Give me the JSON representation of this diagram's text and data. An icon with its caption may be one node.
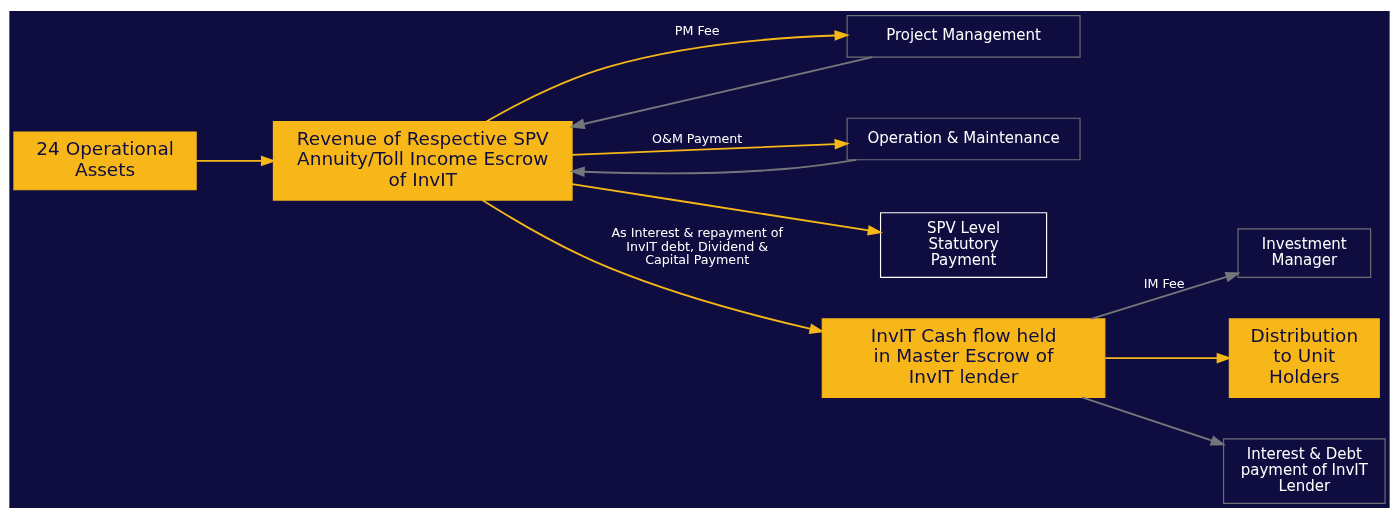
{
  "diagram": {
    "nodes": [
      {
        "text": [
          "24 Operational Assets"
        ]
      },
      {
        "text": [
          "Project Management"
        ]
      },
      {
        "text": [
          "Revenue of Respective SPV Annuity/Toll Income Escrow of InvIT"
        ]
      },
      {
        "text": [
          "Operation & Maintenance"
        ]
      },
      {
        "text": [
          "SPV Level Statutory Payment"
        ]
      },
      {
        "text": [
          "InvIT Cash flow held in Master Escrow of InvIT lender"
        ]
      },
      {
        "text": [
          "Investment Manager"
        ]
      },
      {
        "text": [
          "Distribution to Unit Holders"
        ]
      },
      {
        "text": [
          "Interest & Debt payment of InvIT Lender"
        ]
      }
    ],
    "edges": [
      {
        "from": 0,
        "to": 2,
        "arrow": "to"
      },
      {
        "from": 1,
        "to": 2,
        "arrow": "to",
        "color": "#74767c"
      },
      {
        "from": 3,
        "to": 2,
        "arrow": "to",
        "color": "#74767c"
      },
      {
        "from": 2,
        "to": 1,
        "arrow": "to",
        "label": "PM Fee"
      },
      {
        "from": 2,
        "to": 3,
        "arrow": "to",
        "label": "O&M Payment"
      },
      {
        "from": 2,
        "to": 4,
        "arrow": "to"
      },
      {
        "from": 2,
        "to": 5,
        "arrow": "to",
        "label": "As Interest & repayment of InvIT debt, Dividend & Capital Payment"
      },
      {
        "from": 5,
        "to": 6,
        "arrow": "to",
        "label": "IM Fee",
        "color": "#74767c"
      },
      {
        "from": 5,
        "to": 7,
        "arrow": "to"
      },
      {
        "from": 5,
        "to": 8,
        "arrow": "to",
        "color": "#74767c"
      }
    ]
  }
}
